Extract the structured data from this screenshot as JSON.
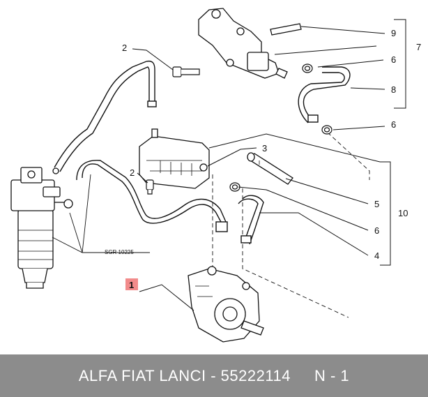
{
  "diagram": {
    "title": "Fuel injection pump and hoses",
    "ref_code": "SGR 10225",
    "highlight_color": "#f28b8b",
    "line_color": "#111111",
    "callouts": {
      "c1": "1",
      "c2a": "2",
      "c2b": "2",
      "c3": "3",
      "c4": "4",
      "c5": "5",
      "c6a": "6",
      "c6b": "6",
      "c6c": "6",
      "c7": "7",
      "c8": "8",
      "c9": "9",
      "c10": "10"
    }
  },
  "footer": {
    "part_text": "ALFA FIAT LANCI - 55222114",
    "qty_text": "N - 1",
    "background": "#8c8c8c"
  }
}
